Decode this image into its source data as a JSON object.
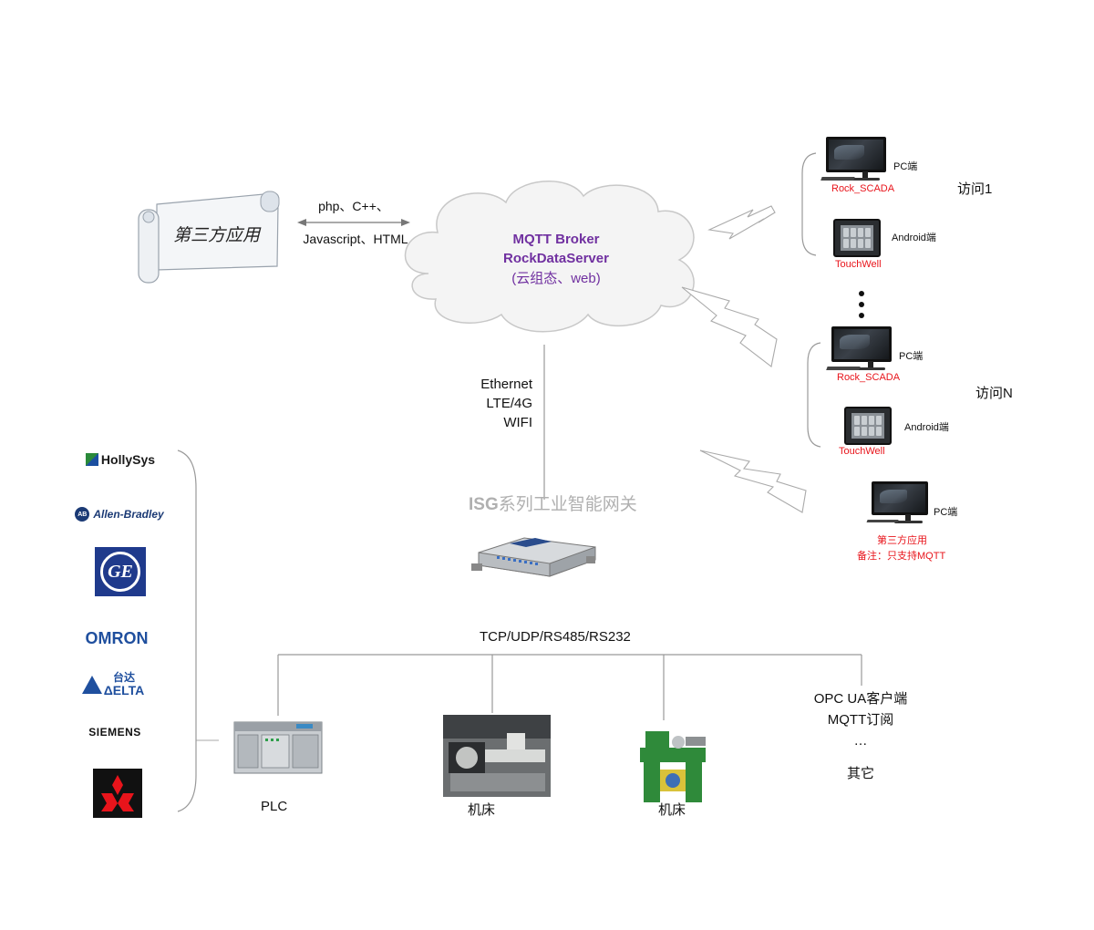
{
  "third_party_app": {
    "label": "第三方应用"
  },
  "protocol_arrow": {
    "line1": "php、C++、",
    "line2": "Javascript、HTML"
  },
  "cloud": {
    "line1": "MQTT Broker",
    "line2": "RockDataServer",
    "line3": "(云组态、web)"
  },
  "network": {
    "line1": "Ethernet",
    "line2": "LTE/4G",
    "line3": "WIFI"
  },
  "gateway": {
    "title_prefix": "ISG",
    "title_rest": "系列工业智能网关"
  },
  "field_bus": {
    "label": "TCP/UDP/RS485/RS232"
  },
  "access_1": {
    "label": "访问1",
    "pc": {
      "type": "PC端",
      "name": "Rock_SCADA"
    },
    "android": {
      "type": "Android端",
      "name": "TouchWell"
    }
  },
  "access_n": {
    "label": "访问N",
    "pc": {
      "type": "PC端",
      "name": "Rock_SCADA"
    },
    "android": {
      "type": "Android端",
      "name": "TouchWell"
    }
  },
  "third_pc": {
    "type": "PC端",
    "name": "第三方应用",
    "note": "备注：只支持MQTT"
  },
  "devices": {
    "plc": "PLC",
    "lathe1": "机床",
    "lathe2": "机床",
    "other_line1": "OPC UA客户端",
    "other_line2": "MQTT订阅",
    "other_line3": "…",
    "other_line4": "其它"
  },
  "brands": {
    "hollysys": "HollySys",
    "allen_bradley": "Allen-Bradley",
    "allen_bradley_mark": "AB",
    "ge": "GE",
    "omron": "OMRON",
    "delta_cn": "台达",
    "delta_en": "ΔELTA",
    "siemens": "SIEMENS"
  },
  "colors": {
    "red_label": "#e8141b",
    "cloud_text": "#7030a0",
    "gateway_title": "#b0b0b0"
  }
}
